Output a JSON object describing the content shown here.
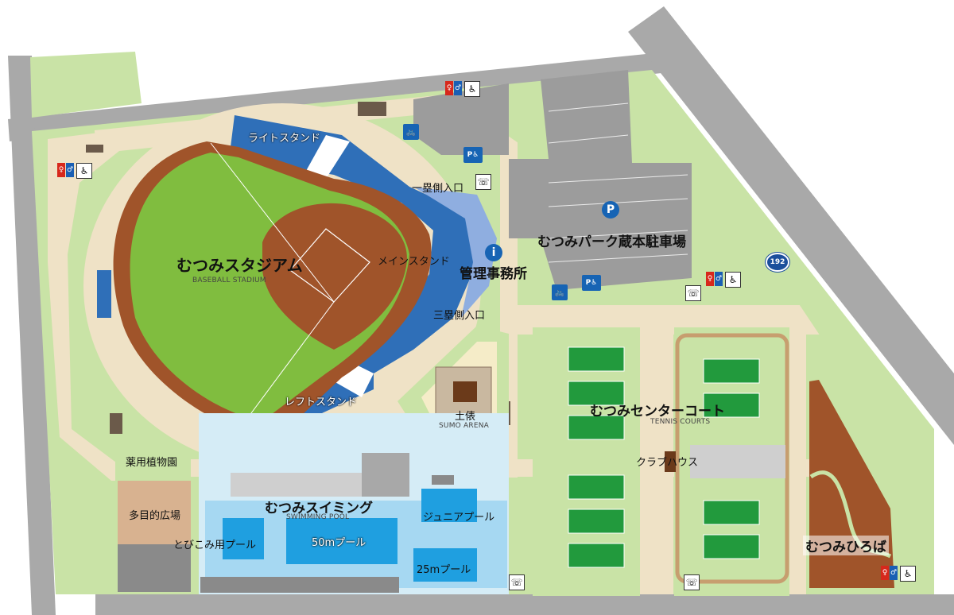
{
  "map": {
    "facilities": {
      "stadium": {
        "name": "むつみスタジアム",
        "subtitle": "BASEBALL STADIUM"
      },
      "right_stand": "ライトスタンド",
      "left_stand": "レフトスタンド",
      "main_stand": "メインスタンド",
      "first_base_entrance": "一塁側入口",
      "third_base_entrance": "三塁側入口",
      "office": "管理事務所",
      "parking": "むつみパーク蔵本駐車場",
      "tennis": {
        "name": "むつみセンターコート",
        "subtitle": "TENNIS COURTS"
      },
      "clubhouse": "クラブハウス",
      "sumo": {
        "name": "土俵",
        "subtitle": "SUMO ARENA"
      },
      "swimming": {
        "name": "むつみスイミング",
        "subtitle": "SWIMMING POOL"
      },
      "junior_pool": "ジュニアプール",
      "pool_50m": "50mプール",
      "pool_25m": "25mプール",
      "diving_pool": "とびこみ用プール",
      "herb_garden": "薬用植物園",
      "multipurpose_field": "多目的広場",
      "plaza": "むつみひろば"
    },
    "route_number": "192",
    "icons": {
      "parking_symbol": "P",
      "info_symbol": "i",
      "accessible_symbol": "♿",
      "phone_symbol": "☏",
      "bicycle_symbol": "🚲",
      "accessible_parking_symbol": "P♿"
    },
    "colors": {
      "road": "#aaaaaa",
      "lawn": "#c9e3a6",
      "path": "#efe2c6",
      "field_green": "#80bd3f",
      "infield_brown": "#a0542a",
      "seating_blue": "#2f6fb8",
      "pool_blue": "#1f9fe0",
      "pool_deck": "#d5ecf6",
      "parking_gray": "#9c9c9c",
      "tennis_court": "#229a3d"
    }
  }
}
